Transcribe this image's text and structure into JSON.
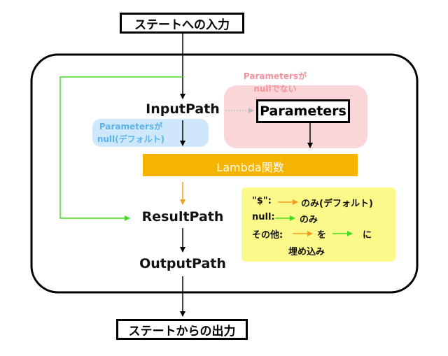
{
  "nodes": {
    "state_input": "ステートへの入力",
    "input_path": "InputPath",
    "parameters": "Parameters",
    "lambda": "Lambda関数",
    "result_path": "ResultPath",
    "output_path": "OutputPath",
    "state_output": "ステートからの出力"
  },
  "notes": {
    "params_not_null_line1": "Parametersが",
    "params_not_null_line2": "nullでない",
    "params_null_line1": "Parametersが",
    "params_null_line2": "null(デフォルト)"
  },
  "result_legend": {
    "row1_label": "\"$\":",
    "row1_text": "のみ(デフォルト)",
    "row2_label": "null:",
    "row2_text": "のみ",
    "row3_label": "その他:",
    "row3_mid": "を",
    "row3_end": "に",
    "row4_text": "埋め込み"
  },
  "colors": {
    "lambda_fill": "#f5b400",
    "lambda_arrow": "#f39c1f",
    "bypass_line": "#44dd22",
    "pink_region": "#fbd6d8",
    "pink_text": "#f4919a",
    "blue_region": "#cfe7fa",
    "blue_text": "#5ab3ea",
    "legend_fill": "#fbf98a"
  }
}
